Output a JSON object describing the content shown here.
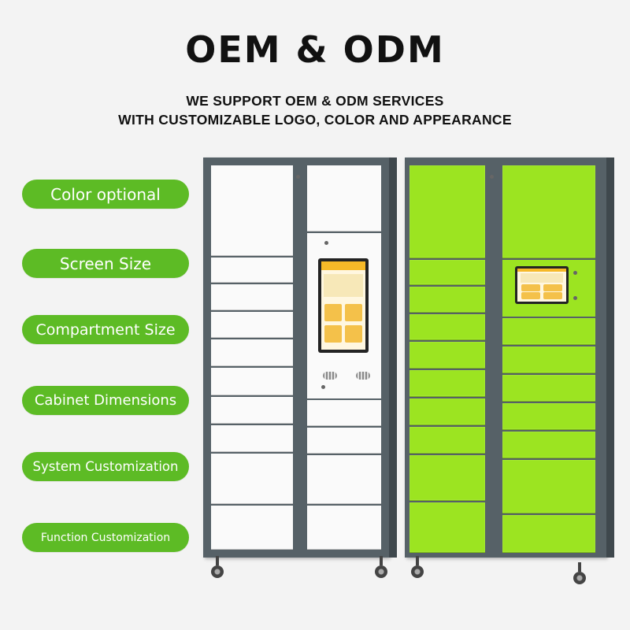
{
  "header": {
    "title": "OEM & ODM",
    "subtitle_line1": "WE SUPPORT OEM & ODM SERVICES",
    "subtitle_line2": "WITH CUSTOMIZABLE LOGO, COLOR AND APPEARANCE"
  },
  "features": [
    {
      "label": "Color optional"
    },
    {
      "label": "Screen Size"
    },
    {
      "label": "Compartment Size"
    },
    {
      "label": "Cabinet Dimensions"
    },
    {
      "label": "System Customization"
    },
    {
      "label": "Function Customization"
    }
  ],
  "colors": {
    "accent_green": "#5dbb25",
    "cabinet_frame": "#566167",
    "locker_green": "#9ce421",
    "locker_white": "#fafafa"
  },
  "cabinets": [
    {
      "name": "white-locker-cabinet"
    },
    {
      "name": "green-locker-cabinet"
    }
  ]
}
